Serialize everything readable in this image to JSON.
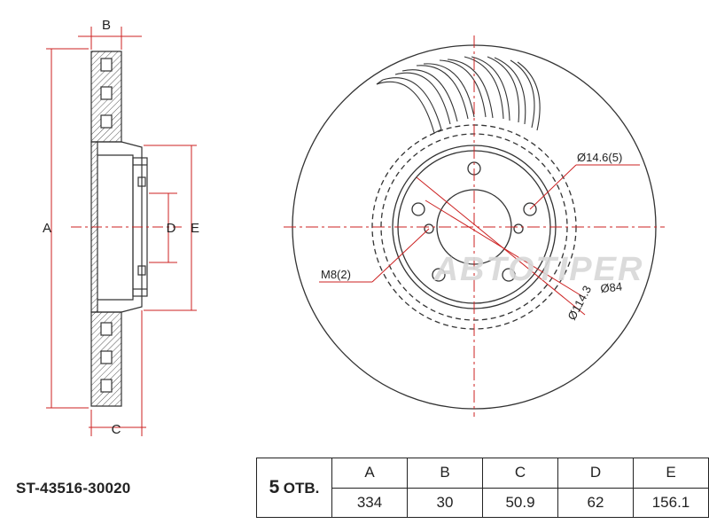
{
  "part_number": "ST-43516-30020",
  "holes": {
    "count": "5",
    "word": "ОТВ."
  },
  "specs": {
    "headers": [
      "A",
      "B",
      "C",
      "D",
      "E"
    ],
    "values": [
      "334",
      "30",
      "50.9",
      "62",
      "156.1"
    ]
  },
  "side_view_labels": {
    "a": "A",
    "b": "B",
    "c": "C",
    "d": "D",
    "e": "E"
  },
  "front_view_labels": {
    "hole": "Ø14.6(5)",
    "thread": "M8(2)",
    "center_bore": "Ø84",
    "pcd": "Ø114.3"
  },
  "watermark": "ABTOTIPER",
  "colors": {
    "line": "#333333",
    "dimension": "#cc2222",
    "watermark": "#d8d8d8"
  }
}
